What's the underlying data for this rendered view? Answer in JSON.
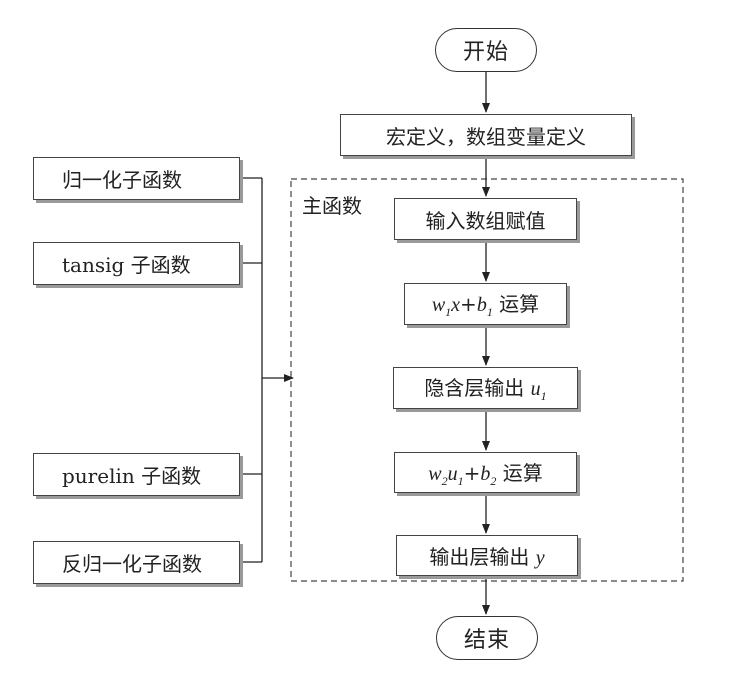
{
  "flow": {
    "start": "开始",
    "macro": "宏定义，数组变量定义",
    "main_label": "主函数",
    "input": "输入数组赋值",
    "op1": {
      "w": "w",
      "w_sub": "1",
      "x": "x",
      "plus": "+",
      "b": "b",
      "b_sub": "1",
      "suffix": " 运算"
    },
    "hidden": {
      "text": "隐含层输出 ",
      "var": "u",
      "var_sub": "1"
    },
    "op2": {
      "w": "w",
      "w_sub": "2",
      "u": "u",
      "u_sub": "1",
      "plus": "+",
      "b": "b",
      "b_sub": "2",
      "suffix": " 运算"
    },
    "output": {
      "text": "输出层输出 ",
      "var": "y"
    },
    "end": "结束"
  },
  "subfunctions": [
    "归一化子函数",
    "tansig 子函数",
    "purelin 子函数",
    "反归一化子函数"
  ]
}
